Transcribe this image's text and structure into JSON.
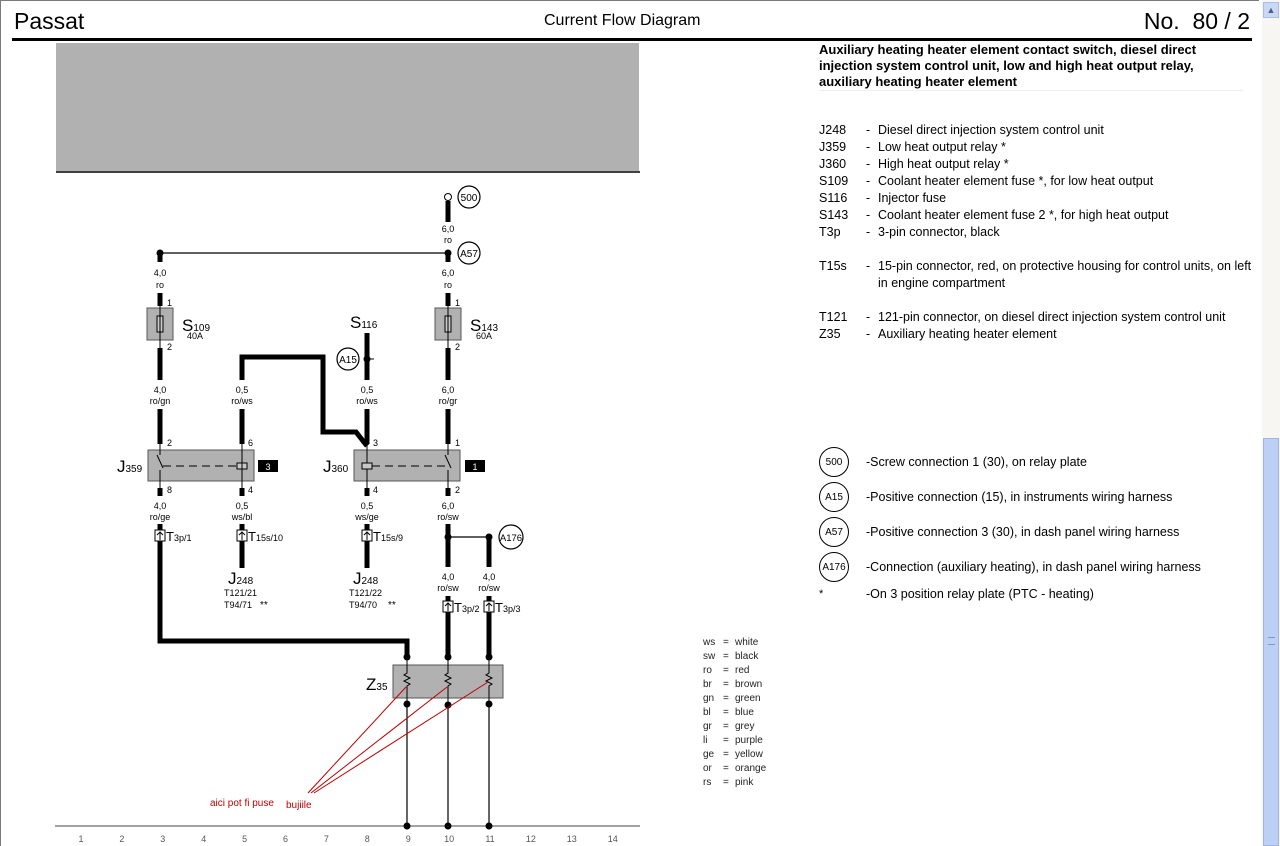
{
  "header": {
    "model": "Passat",
    "doc_type": "Current Flow Diagram",
    "page_number": "No.  80 / 2"
  },
  "title": "Auxiliary heating heater element contact switch, diesel direct injection system control unit, low and high heat output relay, auxiliary heating heater element",
  "components": [
    {
      "code": "J248",
      "desc": "Diesel direct injection system control unit"
    },
    {
      "code": "J359",
      "desc": "Low heat output relay *"
    },
    {
      "code": "J360",
      "desc": "High heat output relay *"
    },
    {
      "code": "S109",
      "desc": "Coolant heater element fuse *, for low heat output"
    },
    {
      "code": "S116",
      "desc": "Injector fuse"
    },
    {
      "code": "S143",
      "desc": "Coolant heater element fuse 2 *, for high heat output"
    },
    {
      "code": "T3p",
      "desc": "3-pin connector, black"
    },
    {
      "code": "T15s",
      "desc": "15-pin connector, red, on protective housing for control units, on left in engine compartment"
    },
    {
      "code": "T121",
      "desc": "121-pin connector, on diesel direct injection system control unit"
    },
    {
      "code": "Z35",
      "desc": "Auxiliary heating heater element"
    }
  ],
  "connections": [
    {
      "code": "500",
      "desc": "Screw connection 1 (30), on relay plate"
    },
    {
      "code": "A15",
      "desc": "Positive connection (15), in instruments wiring harness"
    },
    {
      "code": "A57",
      "desc": "Positive connection 3 (30), in dash panel wiring harness"
    },
    {
      "code": "A176",
      "desc": "Connection (auxiliary heating), in dash panel wiring harness"
    },
    {
      "code": "*",
      "desc": "On 3 position relay plate (PTC - heating)"
    }
  ],
  "wire_colors": [
    {
      "abbr": "ws",
      "name": "white"
    },
    {
      "abbr": "sw",
      "name": "black"
    },
    {
      "abbr": "ro",
      "name": "red"
    },
    {
      "abbr": "br",
      "name": "brown"
    },
    {
      "abbr": "gn",
      "name": "green"
    },
    {
      "abbr": "bl",
      "name": "blue"
    },
    {
      "abbr": "gr",
      "name": "grey"
    },
    {
      "abbr": "li",
      "name": "purple"
    },
    {
      "abbr": "ge",
      "name": "yellow"
    },
    {
      "abbr": "or",
      "name": "orange"
    },
    {
      "abbr": "rs",
      "name": "pink"
    }
  ],
  "diagram": {
    "nodes": {
      "n500": "500",
      "a57": "A57",
      "a15": "A15",
      "a176": "A176"
    },
    "fuses": {
      "s109": {
        "label": "S",
        "sub": "109",
        "rating": "40A",
        "pin_top": "1",
        "pin_bottom": "2"
      },
      "s116": {
        "label": "S",
        "sub": "116"
      },
      "s143": {
        "label": "S",
        "sub": "143",
        "rating": "60A",
        "pin_top": "1",
        "pin_bottom": "2"
      }
    },
    "relays": {
      "j359": {
        "label": "J",
        "sub": "359",
        "tag": "3",
        "pins": [
          "2",
          "6",
          "8",
          "4"
        ]
      },
      "j360": {
        "label": "J",
        "sub": "360",
        "tag": "1",
        "pins": [
          "3",
          "1",
          "4",
          "2"
        ]
      }
    },
    "wires": {
      "w500": {
        "size": "6,0",
        "color": "ro"
      },
      "ws109top": {
        "size": "4,0",
        "color": "ro"
      },
      "ws143top": {
        "size": "6,0",
        "color": "ro"
      },
      "wc3": {
        "size": "4,0",
        "color": "ro/gn"
      },
      "wc5": {
        "size": "0,5",
        "color": "ro/ws"
      },
      "wc8": {
        "size": "0,5",
        "color": "ro/ws"
      },
      "wc10": {
        "size": "6,0",
        "color": "ro/gr"
      },
      "wc3b": {
        "size": "4,0",
        "color": "ro/ge"
      },
      "wc5b": {
        "size": "0,5",
        "color": "ws/bl"
      },
      "wc8b": {
        "size": "0,5",
        "color": "ws/ge"
      },
      "wc10b": {
        "size": "6,0",
        "color": "ro/sw"
      },
      "wc10c": {
        "size": "4,0",
        "color": "ro/sw"
      },
      "wc11c": {
        "size": "4,0",
        "color": "ro/sw"
      }
    },
    "connectors": {
      "t3p1": {
        "label": "T",
        "sub": "3p/1"
      },
      "t15s10": {
        "label": "T",
        "sub": "15s/10"
      },
      "t15s9": {
        "label": "T",
        "sub": "15s/9"
      },
      "t3p2": {
        "label": "T",
        "sub": "3p/2"
      },
      "t3p3": {
        "label": "T",
        "sub": "3p/3"
      }
    },
    "ecu_refs": {
      "left": {
        "label": "J",
        "sub": "248",
        "pin1": "T121/21",
        "pin2": "T94/71",
        "note": "**"
      },
      "right": {
        "label": "J",
        "sub": "248",
        "pin1": "T121/22",
        "pin2": "T94/70",
        "note": "**"
      }
    },
    "heater": {
      "label": "Z",
      "sub": "35"
    },
    "annotation": {
      "text": "aici pot fi puse",
      "text2": "bujiile",
      "color": "#c00000"
    },
    "track_numbers": [
      "1",
      "2",
      "3",
      "4",
      "5",
      "6",
      "7",
      "8",
      "9",
      "10",
      "11",
      "12",
      "13",
      "14"
    ]
  },
  "scrollbar": {
    "up_arrow": "▲"
  }
}
